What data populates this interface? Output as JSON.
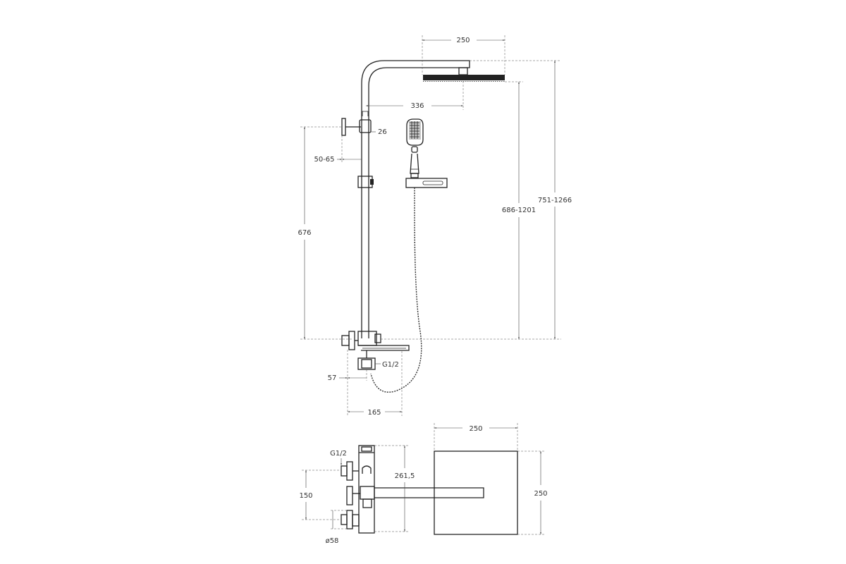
{
  "drawing": {
    "colors": {
      "line": "#222222",
      "dimension": "#444444",
      "background": "#ffffff"
    },
    "front_view": {
      "dimensions": {
        "head_width": "250",
        "arm_reach": "336",
        "holder_gap": "26",
        "wall_offset": "50-65",
        "bar_height": "676",
        "head_height": "686-1201",
        "total_height": "751-1266",
        "inlet_thread": "G1/2",
        "inlet_offset": "57",
        "spout_length": "165"
      }
    },
    "plan_view": {
      "dimensions": {
        "head_width": "250",
        "head_depth": "250",
        "inlet_thread": "G1/2",
        "projection": "261,5",
        "inlet_spacing": "150",
        "flange_diameter": "ø58"
      }
    }
  }
}
